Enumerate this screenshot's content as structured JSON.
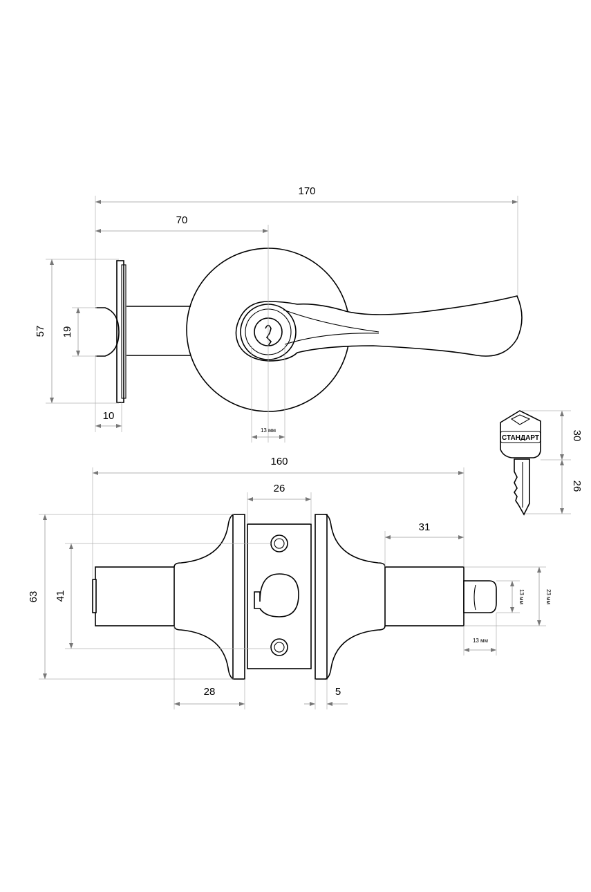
{
  "dimensions": {
    "top_length": "170",
    "top_center": "70",
    "top_rosette_height": "57",
    "top_spindle": "19",
    "top_plate": "10",
    "top_cylinder": "13 мм",
    "bottom_length": "160",
    "bottom_latch_width": "26",
    "bottom_rosette_height": "63",
    "bottom_body_height": "41",
    "bottom_right_offset": "31",
    "bottom_left_neck": "28",
    "bottom_plate": "5",
    "bottom_button_height": "13 мм",
    "bottom_button_outer": "23 мм",
    "bottom_button_width": "13 мм",
    "key_head": "30",
    "key_blade": "26"
  },
  "key": {
    "brand": "СТАНДАРТ"
  },
  "colors": {
    "line": "#000000",
    "dimension_line": "#9a9a9a",
    "background": "#ffffff"
  }
}
